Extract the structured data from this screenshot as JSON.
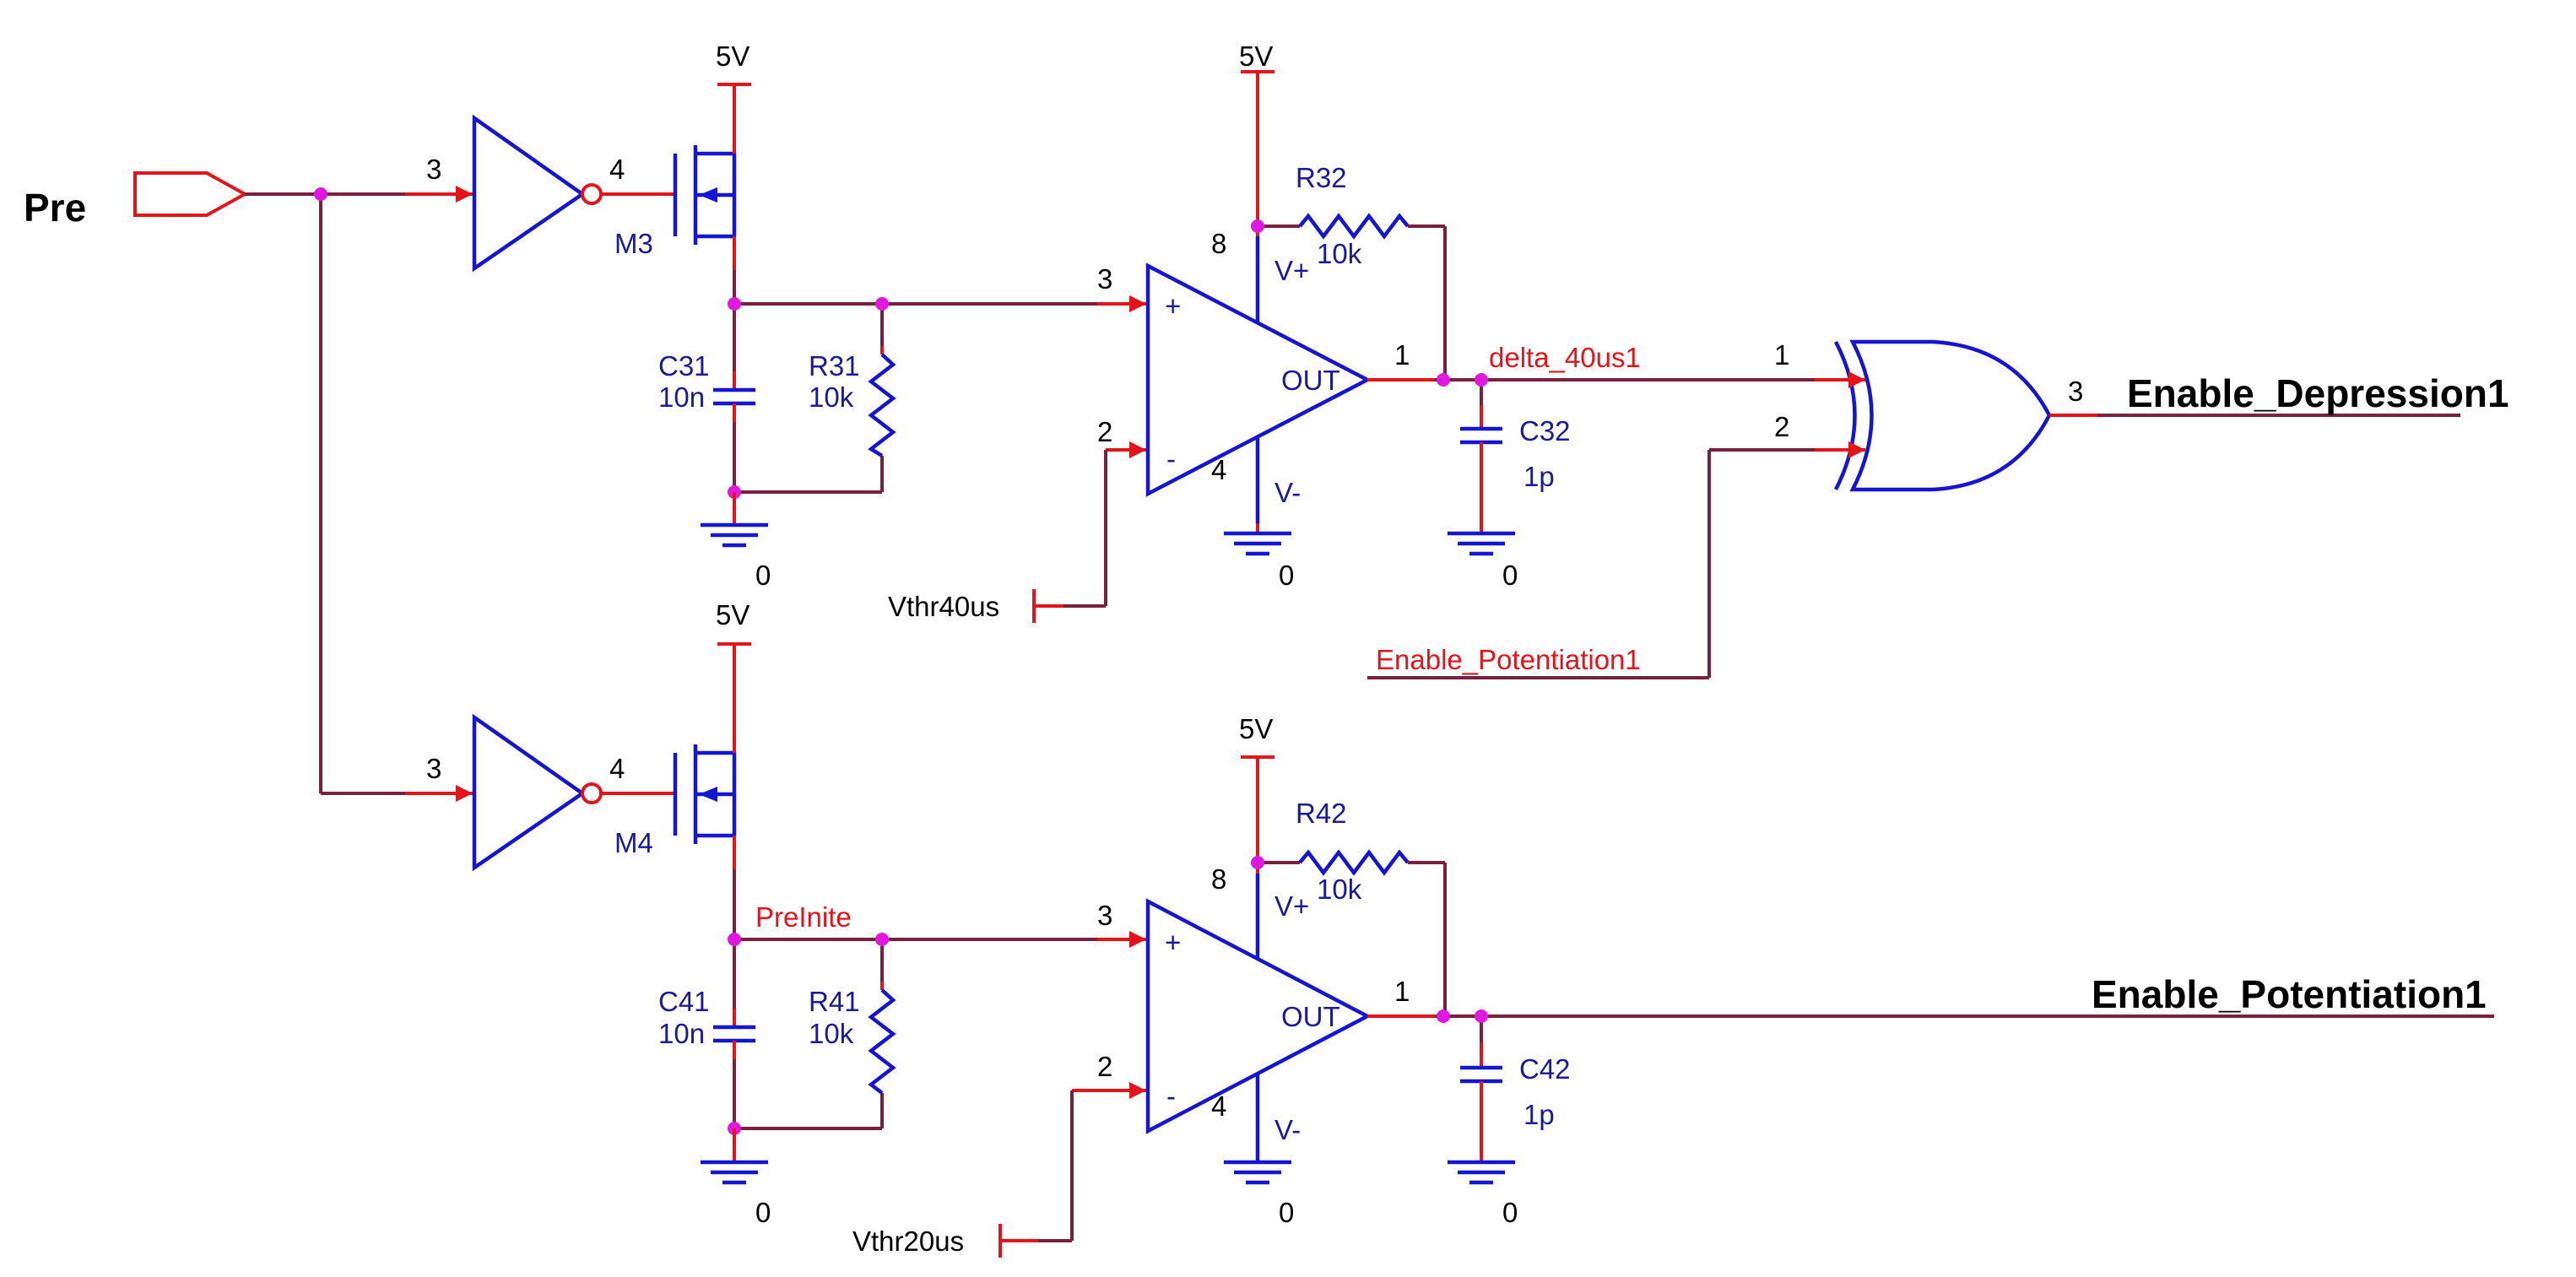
{
  "ports": {
    "pre": "Pre",
    "enable_depression": "Enable_Depression1",
    "enable_potentiation": "Enable_Potentiation1"
  },
  "supplies": {
    "v5_m3": "5V",
    "v5_u1": "5V",
    "v5_m4": "5V",
    "v5_u2": "5V"
  },
  "grounds": {
    "g1": "0",
    "g2": "0",
    "g3": "0",
    "g4": "0",
    "g5": "0",
    "g6": "0"
  },
  "transistors": {
    "m3": "M3",
    "m4": "M4"
  },
  "resistors": {
    "r31": {
      "ref": "R31",
      "value": "10k"
    },
    "r32": {
      "ref": "R32",
      "value": "10k"
    },
    "r41": {
      "ref": "R41",
      "value": "10k"
    },
    "r42": {
      "ref": "R42",
      "value": "10k"
    }
  },
  "capacitors": {
    "c31": {
      "ref": "C31",
      "value": "10n"
    },
    "c32": {
      "ref": "C32",
      "value": "1p"
    },
    "c41": {
      "ref": "C41",
      "value": "10n"
    },
    "c42": {
      "ref": "C42",
      "value": "1p"
    }
  },
  "opamp_labels": {
    "plus": "+",
    "minus": "-",
    "out": "OUT",
    "vplus": "V+",
    "vminus": "V-"
  },
  "pin_numbers": {
    "inv_in": "3",
    "inv_out": "4",
    "op_plus": "3",
    "op_minus": "2",
    "op_out": "1",
    "op_vp": "8",
    "op_vm": "4",
    "xor_in1": "1",
    "xor_in2": "2",
    "xor_out": "3"
  },
  "nets": {
    "delta": "delta_40us1",
    "preinite": "PreInite",
    "vthr40": "Vthr40us",
    "vthr20": "Vthr20us",
    "enable_pot_in": "Enable_Potentiation1"
  },
  "colors": {
    "wire": "#7a1f3d",
    "component": "#1515d6",
    "pin": "#e5141b",
    "junction": "#e018e0"
  }
}
